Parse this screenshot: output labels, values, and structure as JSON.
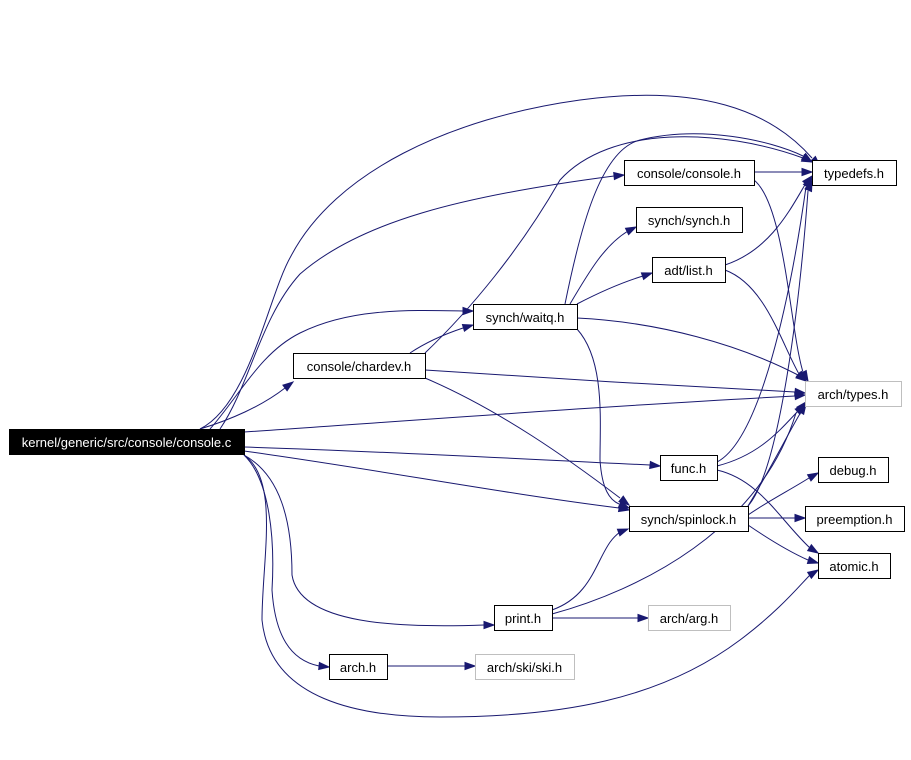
{
  "colors": {
    "edge": "#191970",
    "node_border": "#000000",
    "node_border_missing": "#bfbfbf",
    "root_fill": "#000000",
    "root_text": "#ffffff",
    "node_fill": "#ffffff",
    "node_text": "#000000"
  },
  "nodes": {
    "root": {
      "label": "kernel/generic/src/console/console.c",
      "style": "root"
    },
    "typedefs": {
      "label": "typedefs.h",
      "style": "normal"
    },
    "console_h": {
      "label": "console/console.h",
      "style": "normal"
    },
    "synch_h": {
      "label": "synch/synch.h",
      "style": "normal"
    },
    "list_h": {
      "label": "adt/list.h",
      "style": "normal"
    },
    "waitq_h": {
      "label": "synch/waitq.h",
      "style": "normal"
    },
    "chardev_h": {
      "label": "console/chardev.h",
      "style": "normal"
    },
    "types_h": {
      "label": "arch/types.h",
      "style": "missing"
    },
    "func_h": {
      "label": "func.h",
      "style": "normal"
    },
    "debug_h": {
      "label": "debug.h",
      "style": "normal"
    },
    "spinlock_h": {
      "label": "synch/spinlock.h",
      "style": "normal"
    },
    "preemption_h": {
      "label": "preemption.h",
      "style": "normal"
    },
    "atomic_h": {
      "label": "atomic.h",
      "style": "normal"
    },
    "print_h": {
      "label": "print.h",
      "style": "normal"
    },
    "arg_h": {
      "label": "arch/arg.h",
      "style": "missing"
    },
    "arch_h": {
      "label": "arch.h",
      "style": "normal"
    },
    "ski_h": {
      "label": "arch/ski/ski.h",
      "style": "missing"
    }
  },
  "edges": [
    {
      "from": "root",
      "to": "typedefs"
    },
    {
      "from": "root",
      "to": "console_h"
    },
    {
      "from": "root",
      "to": "waitq_h"
    },
    {
      "from": "root",
      "to": "chardev_h"
    },
    {
      "from": "root",
      "to": "types_h"
    },
    {
      "from": "root",
      "to": "func_h"
    },
    {
      "from": "root",
      "to": "spinlock_h"
    },
    {
      "from": "root",
      "to": "print_h"
    },
    {
      "from": "root",
      "to": "arch_h"
    },
    {
      "from": "root",
      "to": "atomic_h"
    },
    {
      "from": "console_h",
      "to": "typedefs"
    },
    {
      "from": "console_h",
      "to": "types_h"
    },
    {
      "from": "chardev_h",
      "to": "waitq_h"
    },
    {
      "from": "chardev_h",
      "to": "typedefs"
    },
    {
      "from": "chardev_h",
      "to": "types_h"
    },
    {
      "from": "chardev_h",
      "to": "spinlock_h"
    },
    {
      "from": "waitq_h",
      "to": "typedefs"
    },
    {
      "from": "waitq_h",
      "to": "synch_h"
    },
    {
      "from": "waitq_h",
      "to": "list_h"
    },
    {
      "from": "waitq_h",
      "to": "types_h"
    },
    {
      "from": "waitq_h",
      "to": "spinlock_h"
    },
    {
      "from": "list_h",
      "to": "typedefs"
    },
    {
      "from": "list_h",
      "to": "types_h"
    },
    {
      "from": "func_h",
      "to": "typedefs"
    },
    {
      "from": "func_h",
      "to": "types_h"
    },
    {
      "from": "func_h",
      "to": "atomic_h"
    },
    {
      "from": "spinlock_h",
      "to": "typedefs"
    },
    {
      "from": "spinlock_h",
      "to": "types_h"
    },
    {
      "from": "spinlock_h",
      "to": "debug_h"
    },
    {
      "from": "spinlock_h",
      "to": "preemption_h"
    },
    {
      "from": "spinlock_h",
      "to": "atomic_h"
    },
    {
      "from": "print_h",
      "to": "spinlock_h"
    },
    {
      "from": "print_h",
      "to": "types_h"
    },
    {
      "from": "print_h",
      "to": "arg_h"
    },
    {
      "from": "arch_h",
      "to": "ski_h"
    }
  ]
}
